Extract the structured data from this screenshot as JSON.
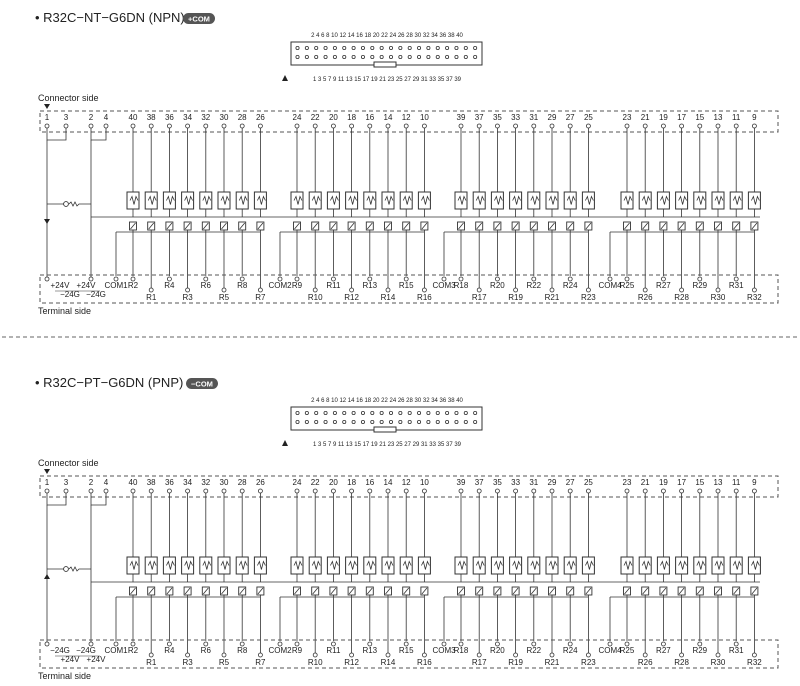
{
  "sections": [
    {
      "title": "• R32C−NT−G6DN (NPN)",
      "badge": "+COM",
      "polarity": "npn",
      "bus_top": [
        "+24V",
        "+24V"
      ],
      "bus_bottom": [
        "−24G",
        "−24G"
      ]
    },
    {
      "title": "• R32C−PT−G6DN (PNP)",
      "badge": "−COM",
      "polarity": "pnp",
      "bus_top": [
        "−24G",
        "−24G"
      ],
      "bus_bottom": [
        "+24V",
        "+24V"
      ]
    }
  ],
  "connector_even_row": "2  4  6  8 10 12 14 16 18 20 22 24 26 28 30 32 34 36 38 40",
  "connector_odd_row": "1  3  5  7  9 11 13 15 17 19 21 23 25 27 29 31 33 35 37 39",
  "connector_side_label": "Connector side",
  "terminal_side_label": "Terminal side",
  "left_pins": [
    "1",
    "3",
    "2",
    "4"
  ],
  "relay_groups": [
    {
      "pins": [
        "40",
        "38",
        "36",
        "34",
        "32",
        "30",
        "28",
        "26"
      ],
      "top": [
        "R2",
        "R4",
        "R6",
        "R8"
      ],
      "bottom": [
        "R1",
        "R3",
        "R5",
        "R7"
      ],
      "com": "COM1"
    },
    {
      "pins": [
        "24",
        "22",
        "20",
        "18",
        "16",
        "14",
        "12",
        "10"
      ],
      "top": [
        "R9",
        "R11",
        "R13",
        "R15"
      ],
      "bottom": [
        "R10",
        "R12",
        "R14",
        "R16"
      ],
      "com": "COM2"
    },
    {
      "pins": [
        "39",
        "37",
        "35",
        "33",
        "31",
        "29",
        "27",
        "25"
      ],
      "top": [
        "R18",
        "R20",
        "R22",
        "R24"
      ],
      "bottom": [
        "R17",
        "R19",
        "R21",
        "R23"
      ],
      "com": "COM3"
    },
    {
      "pins": [
        "23",
        "21",
        "19",
        "17",
        "15",
        "13",
        "11",
        "9"
      ],
      "top": [
        "R25",
        "R27",
        "R29",
        "R31"
      ],
      "bottom": [
        "R26",
        "R28",
        "R30",
        "R32"
      ],
      "com": "COM4"
    }
  ]
}
